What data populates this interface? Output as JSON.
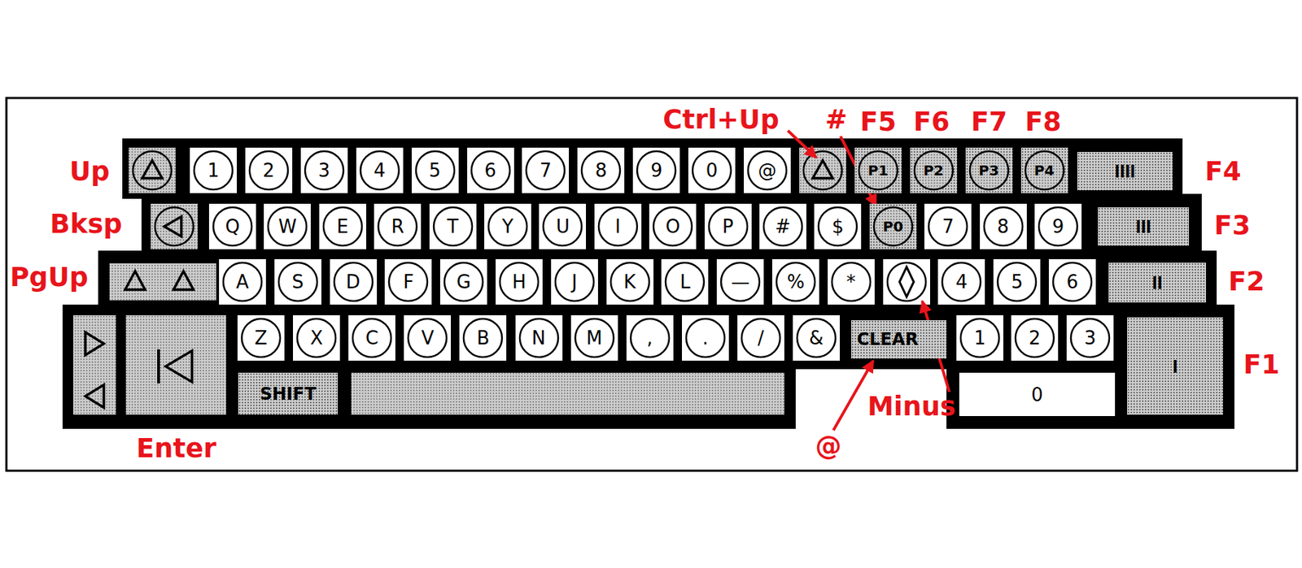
{
  "diagram": {
    "nodes": [
      {
        "text": [
          "1"
        ]
      },
      {
        "text": [
          "2"
        ]
      },
      {
        "text": [
          "3"
        ]
      },
      {
        "text": [
          "4"
        ]
      },
      {
        "text": [
          "5"
        ]
      },
      {
        "text": [
          "6"
        ]
      },
      {
        "text": [
          "7"
        ]
      },
      {
        "text": [
          "8"
        ]
      },
      {
        "text": [
          "9"
        ]
      },
      {
        "text": [
          "0"
        ]
      },
      {
        "text": [
          "@"
        ]
      },
      {
        "text": [
          "P1"
        ]
      },
      {
        "text": [
          "P2"
        ]
      },
      {
        "text": [
          "P3"
        ]
      },
      {
        "text": [
          "P4"
        ]
      },
      {
        "text": [
          "IIII"
        ]
      },
      {
        "text": [
          "Q"
        ]
      },
      {
        "text": [
          "W"
        ]
      },
      {
        "text": [
          "E"
        ]
      },
      {
        "text": [
          "R"
        ]
      },
      {
        "text": [
          "T"
        ]
      },
      {
        "text": [
          "Y"
        ]
      },
      {
        "text": [
          "U"
        ]
      },
      {
        "text": [
          "I"
        ]
      },
      {
        "text": [
          "O"
        ]
      },
      {
        "text": [
          "P"
        ]
      },
      {
        "text": [
          "#"
        ]
      },
      {
        "text": [
          "$"
        ]
      },
      {
        "text": [
          "P0"
        ]
      },
      {
        "text": [
          "7"
        ]
      },
      {
        "text": [
          "8"
        ]
      },
      {
        "text": [
          "9"
        ]
      },
      {
        "text": [
          "III"
        ]
      },
      {
        "text": [
          "A"
        ]
      },
      {
        "text": [
          "S"
        ]
      },
      {
        "text": [
          "D"
        ]
      },
      {
        "text": [
          "F"
        ]
      },
      {
        "text": [
          "G"
        ]
      },
      {
        "text": [
          "H"
        ]
      },
      {
        "text": [
          "J"
        ]
      },
      {
        "text": [
          "K"
        ]
      },
      {
        "text": [
          "L"
        ]
      },
      {
        "text": [
          "—"
        ]
      },
      {
        "text": [
          "%"
        ]
      },
      {
        "text": [
          "*"
        ]
      },
      {
        "text": [
          "4"
        ]
      },
      {
        "text": [
          "5"
        ]
      },
      {
        "text": [
          "6"
        ]
      },
      {
        "text": [
          "II"
        ]
      },
      {
        "text": [
          "Z"
        ]
      },
      {
        "text": [
          "X"
        ]
      },
      {
        "text": [
          "C"
        ]
      },
      {
        "text": [
          "V"
        ]
      },
      {
        "text": [
          "B"
        ]
      },
      {
        "text": [
          "N"
        ]
      },
      {
        "text": [
          "M"
        ]
      },
      {
        "text": [
          ","
        ]
      },
      {
        "text": [
          "."
        ]
      },
      {
        "text": [
          "/"
        ]
      },
      {
        "text": [
          "&"
        ]
      },
      {
        "text": [
          "CLEAR"
        ]
      },
      {
        "text": [
          "1"
        ]
      },
      {
        "text": [
          "2"
        ]
      },
      {
        "text": [
          "3"
        ]
      },
      {
        "text": [
          "I"
        ]
      },
      {
        "text": [
          "SHIFT"
        ]
      },
      {
        "text": [
          "0"
        ]
      }
    ],
    "labels": [
      "Ctrl+Up",
      "#",
      "F5",
      "F6",
      "F7",
      "F8",
      "Up",
      "F4",
      "Bksp",
      "F3",
      "PgUp",
      "F2",
      "F1",
      "Minus",
      "Enter",
      "@"
    ]
  }
}
